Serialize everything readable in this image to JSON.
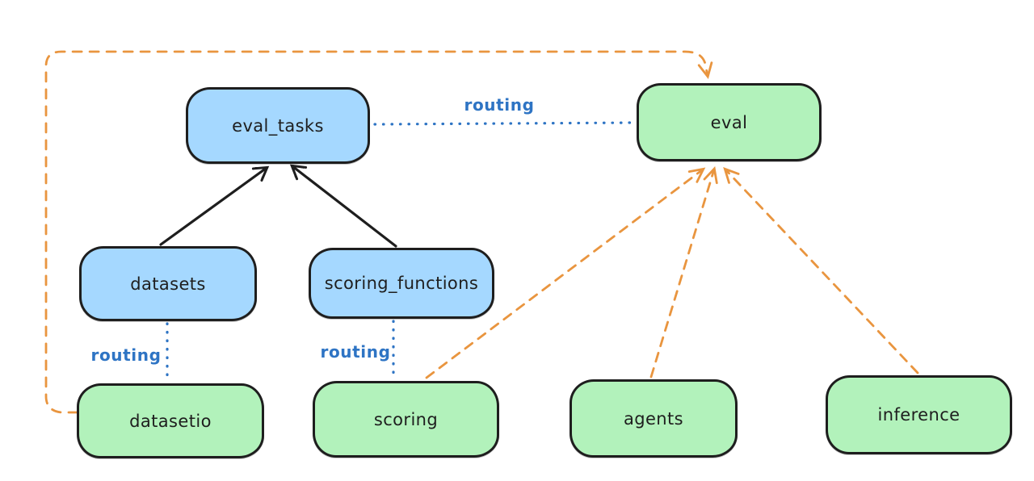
{
  "diagram": {
    "colors": {
      "background": "#ffffff",
      "node_stroke": "#1e1e1e",
      "blue_fill": "#a5d8ff",
      "green_fill": "#b2f2bb",
      "routing_blue": "#2e74c4",
      "orange": "#e9953f",
      "black_arrow": "#1e1e1e"
    },
    "nodes": [
      {
        "id": "eval_tasks",
        "label": "eval_tasks",
        "color": "blue"
      },
      {
        "id": "eval",
        "label": "eval",
        "color": "green"
      },
      {
        "id": "datasets",
        "label": "datasets",
        "color": "blue"
      },
      {
        "id": "scoring_functions",
        "label": "scoring_functions",
        "color": "blue"
      },
      {
        "id": "datasetio",
        "label": "datasetio",
        "color": "green"
      },
      {
        "id": "scoring",
        "label": "scoring",
        "color": "green"
      },
      {
        "id": "agents",
        "label": "agents",
        "color": "green"
      },
      {
        "id": "inference",
        "label": "inference",
        "color": "green"
      }
    ],
    "edge_labels": [
      {
        "id": "routing-top",
        "text": "routing"
      },
      {
        "id": "routing-left",
        "text": "routing"
      },
      {
        "id": "routing-mid",
        "text": "routing"
      }
    ],
    "edges": [
      {
        "from": "datasets",
        "to": "eval_tasks",
        "style": "solid",
        "color": "black",
        "arrowhead": true,
        "label": ""
      },
      {
        "from": "scoring_functions",
        "to": "eval_tasks",
        "style": "solid",
        "color": "black",
        "arrowhead": true,
        "label": ""
      },
      {
        "from": "eval_tasks",
        "to": "eval",
        "style": "dotted",
        "color": "blue",
        "arrowhead": false,
        "label": "routing"
      },
      {
        "from": "datasets",
        "to": "datasetio",
        "style": "dotted",
        "color": "blue",
        "arrowhead": false,
        "label": "routing"
      },
      {
        "from": "scoring_functions",
        "to": "scoring",
        "style": "dotted",
        "color": "blue",
        "arrowhead": false,
        "label": "routing"
      },
      {
        "from": "datasetio",
        "to": "eval",
        "style": "dashed",
        "color": "orange",
        "arrowhead": true,
        "label": ""
      },
      {
        "from": "scoring",
        "to": "eval",
        "style": "dashed",
        "color": "orange",
        "arrowhead": true,
        "label": ""
      },
      {
        "from": "agents",
        "to": "eval",
        "style": "dashed",
        "color": "orange",
        "arrowhead": true,
        "label": ""
      },
      {
        "from": "inference",
        "to": "eval",
        "style": "dashed",
        "color": "orange",
        "arrowhead": true,
        "label": ""
      }
    ]
  }
}
